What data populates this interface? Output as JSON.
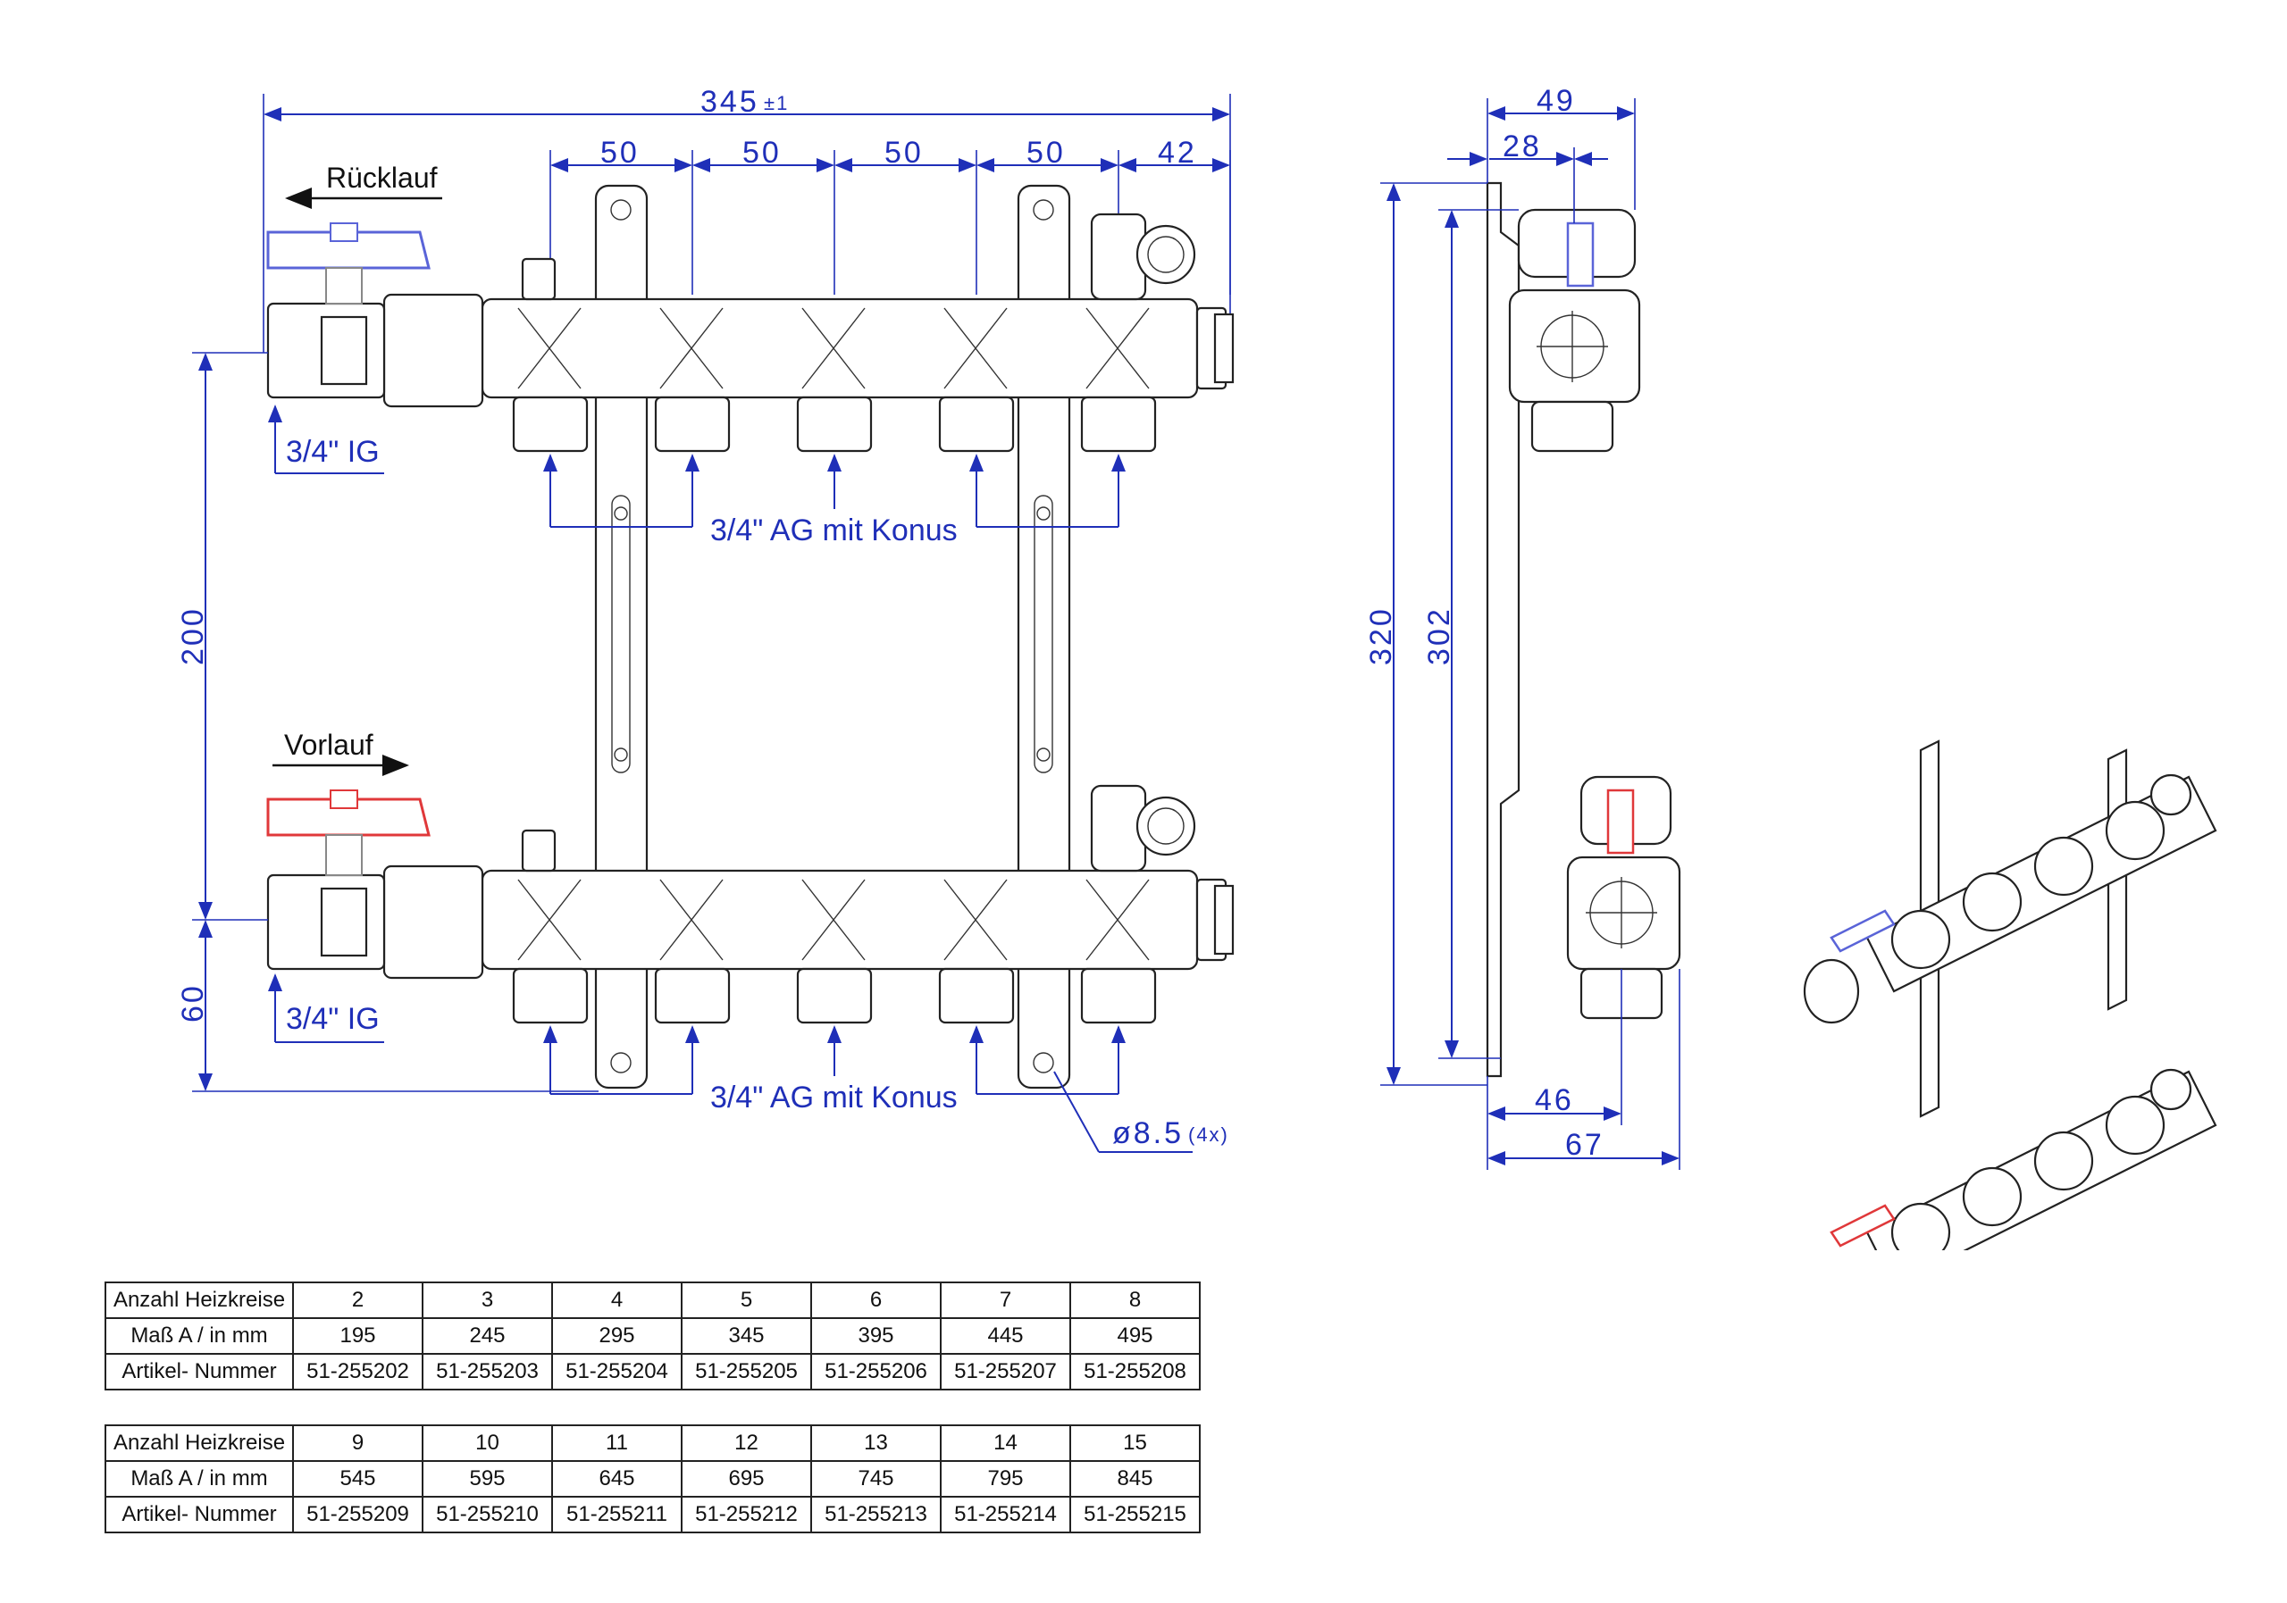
{
  "front_view": {
    "overall_width": "345",
    "overall_tol": "±1",
    "spacing_labels": [
      "50",
      "50",
      "50",
      "50",
      "42"
    ],
    "height_main": "200",
    "height_bottom": "60",
    "return_label": "Rücklauf",
    "flow_label": "Vorlauf",
    "inlet_thread_top": "3/4\" IG",
    "inlet_thread_bottom": "3/4\" IG",
    "outlet_label_top": "3/4\" AG mit Konus",
    "outlet_label_bottom": "3/4\" AG mit Konus",
    "hole_label": "ø8.5",
    "hole_count": "(4x)"
  },
  "side_view": {
    "width_top_outer": "49",
    "width_top_inner": "28",
    "height_outer": "320",
    "height_inner": "302",
    "width_bottom_inner": "46",
    "width_bottom_outer": "67"
  },
  "colors": {
    "dimension": "#1f2fb8",
    "return_valve": "#5a64d8",
    "flow_valve": "#e0383a"
  },
  "table1": {
    "rows": [
      {
        "label": "Anzahl Heizkreise",
        "cells": [
          "2",
          "3",
          "4",
          "5",
          "6",
          "7",
          "8"
        ]
      },
      {
        "label": "Maß A / in mm",
        "cells": [
          "195",
          "245",
          "295",
          "345",
          "395",
          "445",
          "495"
        ]
      },
      {
        "label": "Artikel- Nummer",
        "cells": [
          "51-255202",
          "51-255203",
          "51-255204",
          "51-255205",
          "51-255206",
          "51-255207",
          "51-255208"
        ]
      }
    ]
  },
  "table2": {
    "rows": [
      {
        "label": "Anzahl Heizkreise",
        "cells": [
          "9",
          "10",
          "11",
          "12",
          "13",
          "14",
          "15"
        ]
      },
      {
        "label": "Maß A / in mm",
        "cells": [
          "545",
          "595",
          "645",
          "695",
          "745",
          "795",
          "845"
        ]
      },
      {
        "label": "Artikel- Nummer",
        "cells": [
          "51-255209",
          "51-255210",
          "51-255211",
          "51-255212",
          "51-255213",
          "51-255214",
          "51-255215"
        ]
      }
    ]
  }
}
